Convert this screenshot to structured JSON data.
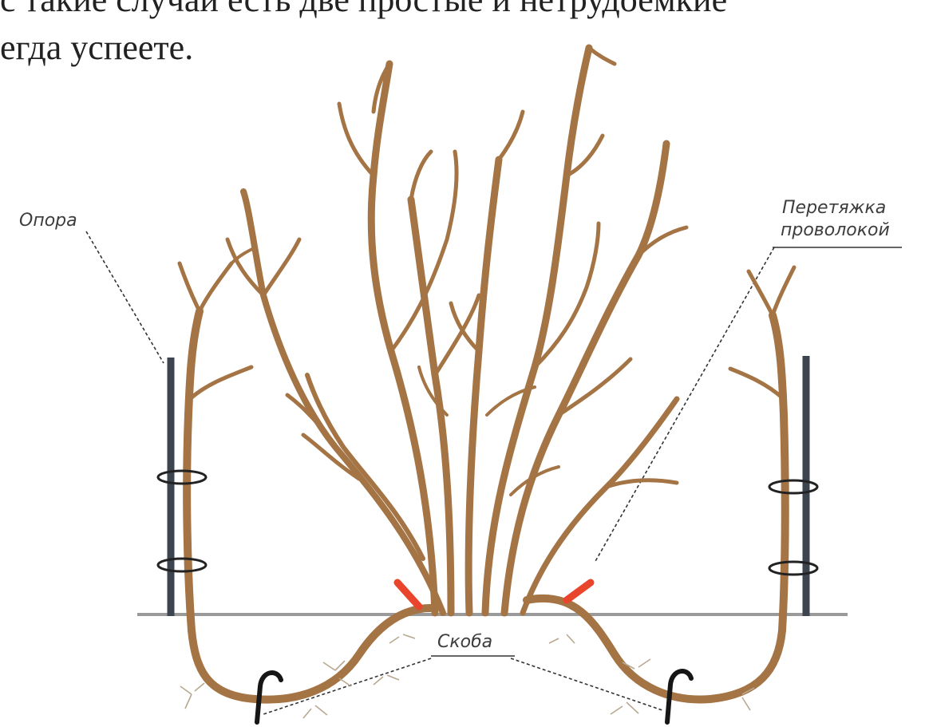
{
  "header_text": {
    "line1": "с такие случаи есть две простые и нетрудоемкие",
    "line2": "егда успеете."
  },
  "labels": {
    "support": "Опора",
    "wire_line1": "Перетяжка",
    "wire_line2": "проволокой",
    "staple": "Скоба"
  },
  "colors": {
    "branch": "#a47445",
    "support_post": "#3c4450",
    "ground": "#9a9a9a",
    "wire_tie": "#e8452c",
    "staple": "#161616",
    "leader_line": "#333333"
  }
}
